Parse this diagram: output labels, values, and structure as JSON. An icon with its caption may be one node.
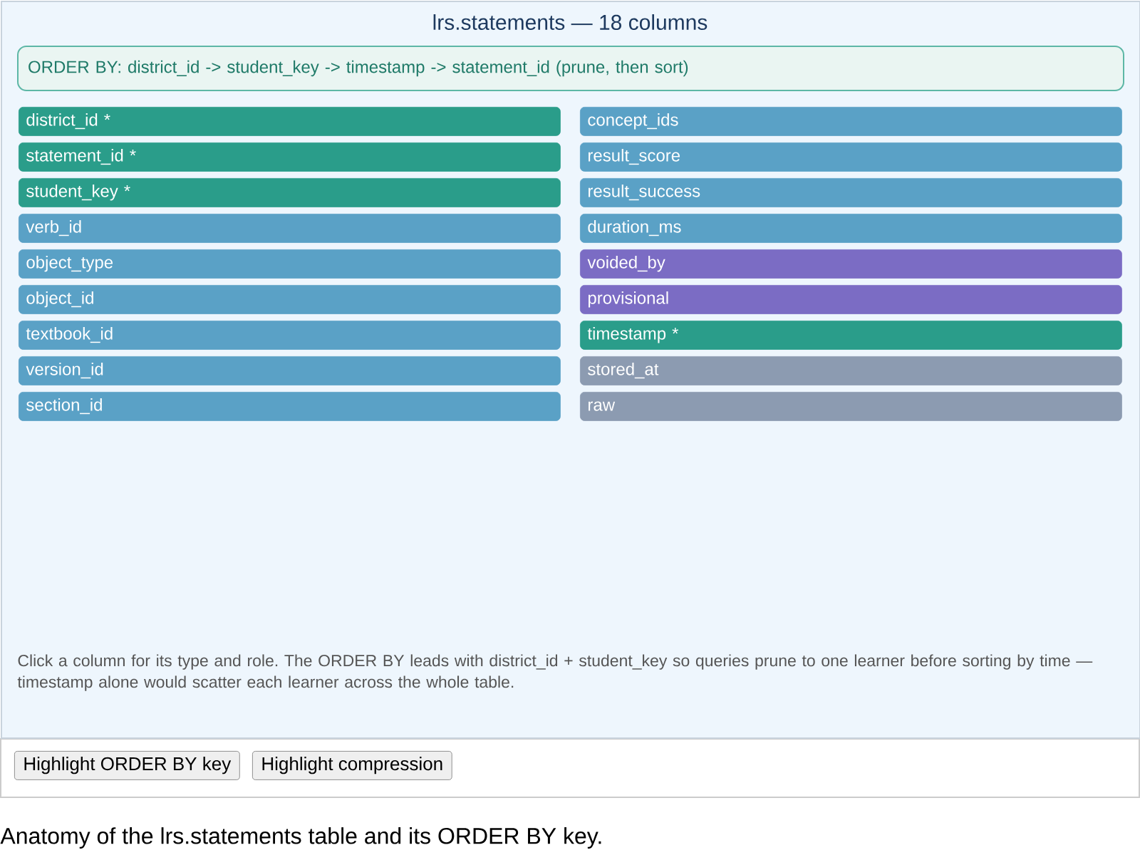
{
  "diagram": {
    "caption": "Anatomy of the lrs.statements table and its ORDER BY key.",
    "nodes": [
      {
        "text": [
          "lrs.statements — 18 columns",
          "Click a column for its type and role. The ORDER BY leads with district_id + student_key so queries prune to one learner before sorting by time — timestamp alone would scatter each learner across the whole table."
        ]
      },
      {
        "text": [
          "ORDER BY: district_id -> student_key -> timestamp -> statement_id (prune, then sort)"
        ],
        "in": 0
      },
      {
        "text": [
          "district_id *"
        ],
        "in": 0
      },
      {
        "text": [
          "statement_id *"
        ],
        "in": 0
      },
      {
        "text": [
          "student_key *"
        ],
        "in": 0
      },
      {
        "text": [
          "verb_id"
        ],
        "in": 0
      },
      {
        "text": [
          "object_type"
        ],
        "in": 0
      },
      {
        "text": [
          "object_id"
        ],
        "in": 0
      },
      {
        "text": [
          "textbook_id"
        ],
        "in": 0
      },
      {
        "text": [
          "version_id"
        ],
        "in": 0
      },
      {
        "text": [
          "section_id"
        ],
        "in": 0
      },
      {
        "text": [
          "concept_ids"
        ],
        "in": 0
      },
      {
        "text": [
          "result_score"
        ],
        "in": 0
      },
      {
        "text": [
          "result_success"
        ],
        "in": 0
      },
      {
        "text": [
          "duration_ms"
        ],
        "in": 0
      },
      {
        "text": [
          "voided_by"
        ],
        "in": 0
      },
      {
        "text": [
          "provisional"
        ],
        "in": 0
      },
      {
        "text": [
          "timestamp *"
        ],
        "in": 0
      },
      {
        "text": [
          "stored_at"
        ],
        "in": 0
      },
      {
        "text": [
          "raw"
        ],
        "in": 0
      },
      {
        "text": [
          "Highlight ORDER BY key"
        ]
      },
      {
        "text": [
          "Highlight compression"
        ]
      }
    ]
  }
}
